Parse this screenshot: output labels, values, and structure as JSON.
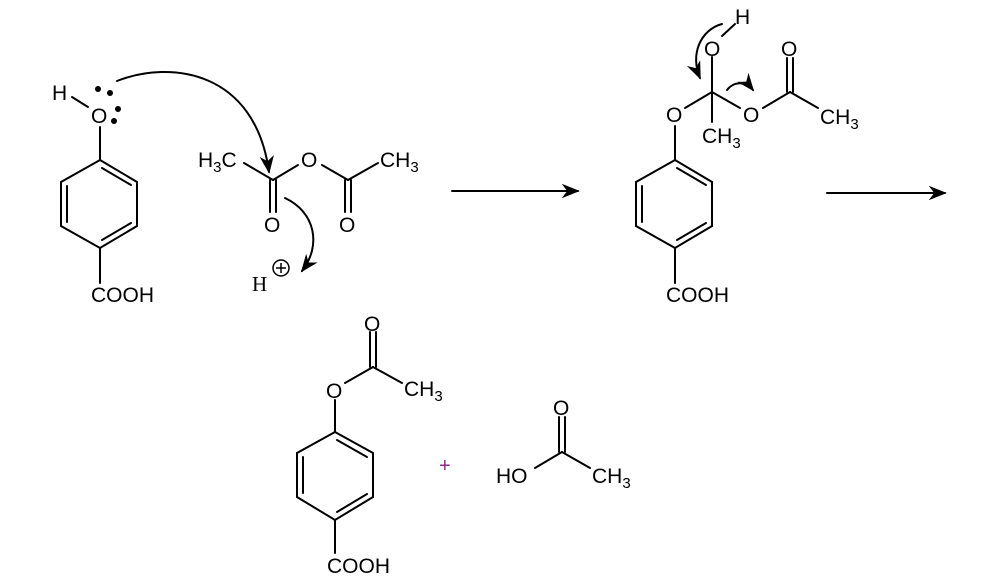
{
  "reactant_phenol": {
    "h": "H",
    "o": "O",
    "substituent": "COOH"
  },
  "reactant_anhydride": {
    "left_methyl": {
      "main": "H",
      "sub": "3",
      "tail": "C"
    },
    "bridge_o": "O",
    "right_methyl": {
      "main": "CH",
      "sub": "3"
    },
    "carbonyl_o1": "O",
    "carbonyl_o2": "O"
  },
  "proton": {
    "label": "H",
    "charge": "+"
  },
  "intermediate": {
    "h": "H",
    "hydroxyl_o": "O",
    "ether_o": "O",
    "ester_o": "O",
    "carbonyl_o": "O",
    "methyl": {
      "main": "CH",
      "sub": "3"
    },
    "acetyl_methyl": {
      "main": "CH",
      "sub": "3"
    },
    "substituent": "COOH"
  },
  "product_ester": {
    "carbonyl_o": "O",
    "ester_o": "O",
    "methyl": {
      "main": "CH",
      "sub": "3"
    },
    "substituent": "COOH"
  },
  "plus_sign": "+",
  "acetic_acid": {
    "carbonyl_o": "O",
    "hydroxyl": "HO",
    "methyl": {
      "main": "CH",
      "sub": "3"
    }
  },
  "colors": {
    "plus": "#8a2a8a"
  }
}
